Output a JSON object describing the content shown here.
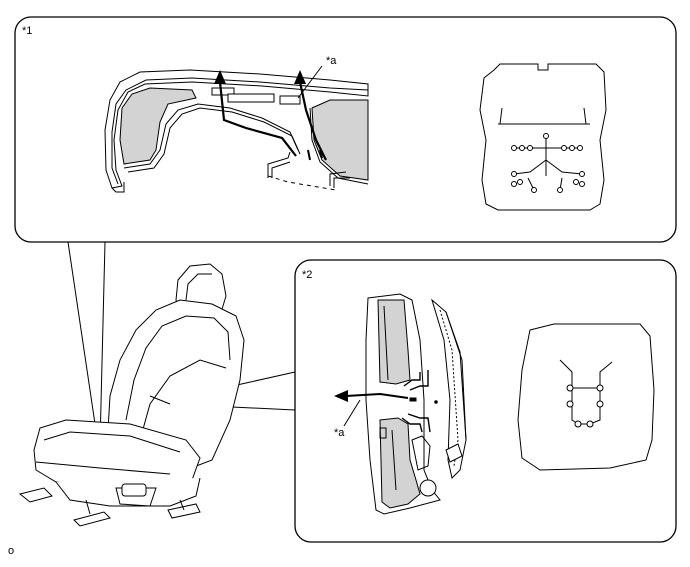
{
  "callouts": {
    "panel1": "*1",
    "panel2": "*2",
    "arrow_a_top": "*a",
    "arrow_a_bottom": "*a"
  },
  "footer_mark": "o",
  "colors": {
    "line": "#000000",
    "shade": "#d3d3d3",
    "panel_border": "#000000",
    "background": "#ffffff"
  },
  "icons": [
    "seat-illustration",
    "seat-cushion-cross-section",
    "seat-cushion-cover-wiring",
    "seatback-cross-section",
    "seatback-cover-wiring"
  ]
}
